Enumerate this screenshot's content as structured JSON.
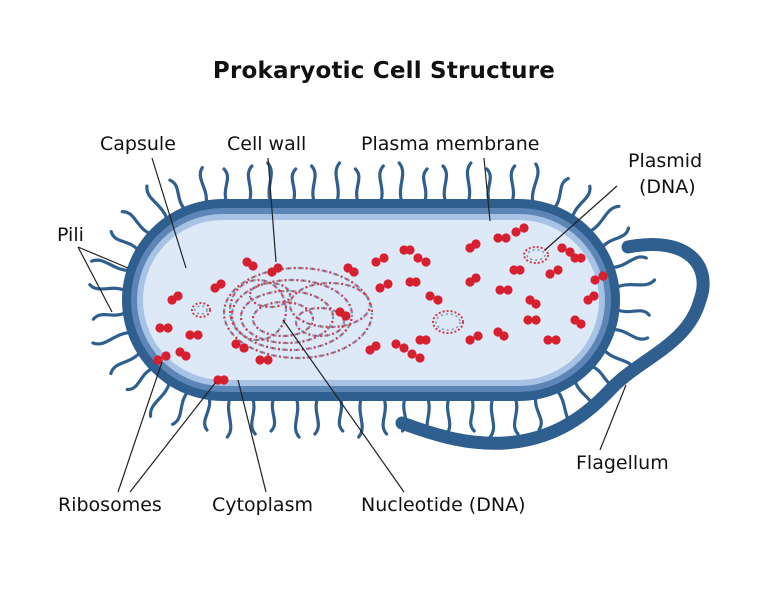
{
  "title": "Prokaryotic Cell Structure",
  "labels": {
    "capsule": "Capsule",
    "cell_wall": "Cell wall",
    "plasma_membrane": "Plasma membrane",
    "plasmid": "Plasmid",
    "plasmid_dna": "(DNA)",
    "pili": "Pili",
    "ribosomes": "Ribosomes",
    "cytoplasm": "Cytoplasm",
    "nucleotide": "Nucleotide (DNA)",
    "flagellum": "Flagellum"
  },
  "colors": {
    "capsule": "#2f5f8f",
    "cell_wall": "#5d86b6",
    "membrane": "#a6c3e6",
    "cytoplasm": "#dde9f7",
    "ribosome": "#d7202f",
    "dna_red": "#d23b48",
    "dna_blue": "#7f97b6",
    "leader": "#222222"
  }
}
